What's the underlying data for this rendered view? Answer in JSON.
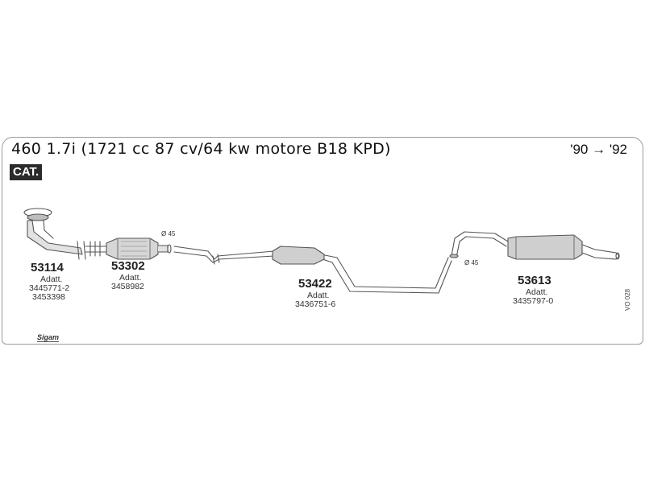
{
  "header": {
    "title": "460 1.7i (1721 cc 87 cv/64 kw motore B18 KPD)",
    "years": "'90 → '92",
    "badge": "CAT."
  },
  "parts": [
    {
      "code": "53114",
      "adatt_label": "Adatt.",
      "refs": [
        "3445771-2",
        "3453398"
      ]
    },
    {
      "code": "53302",
      "adatt_label": "Adatt.",
      "refs": [
        "3458982"
      ]
    },
    {
      "code": "53422",
      "adatt_label": "Adatt.",
      "refs": [
        "3436751-6"
      ]
    },
    {
      "code": "53613",
      "adatt_label": "Adatt.",
      "refs": [
        "3435797-0"
      ]
    }
  ],
  "diameters": [
    "Ø 45",
    "Ø 45"
  ],
  "side_code": "VO 028",
  "logo_text": "Sigam"
}
